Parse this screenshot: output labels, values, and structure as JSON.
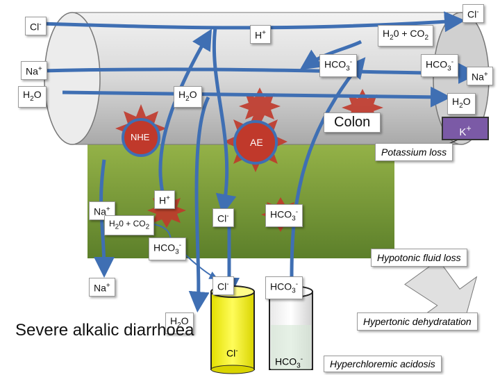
{
  "title": "Severe alkalic diarrhoea",
  "colon_label": "Colon",
  "potassium": {
    "ion": "K",
    "charge": "+"
  },
  "losses": {
    "potassium": "Potassium loss",
    "hypotonic": "Hypotonic fluid loss",
    "hypertonic": "Hypertonic dehydratation",
    "hyperchloremic": "Hyperchloremic acidosis"
  },
  "transporters": {
    "nhe": "NHE",
    "ae": "AE"
  },
  "lumen": {
    "cl_left": {
      "ion": "Cl",
      "charge": "-"
    },
    "cl_right": {
      "ion": "Cl",
      "charge": "-"
    },
    "h_plus": {
      "ion": "H",
      "charge": "+"
    },
    "h2o_co2": {
      "pre": "H",
      "sub": "2",
      "mid": "0 + CO",
      "sub2": "2"
    },
    "hco3_mid": {
      "ion": "HCO",
      "sub": "3",
      "charge": "-"
    },
    "hco3_right": {
      "ion": "HCO",
      "sub": "3",
      "charge": "-"
    },
    "na_left": {
      "ion": "Na",
      "charge": "+"
    },
    "na_right": {
      "ion": "Na",
      "charge": "+"
    },
    "h2o_left": {
      "pre": "H",
      "sub": "2",
      "post": "O"
    },
    "h2o_mid": {
      "pre": "H",
      "sub": "2",
      "post": "O"
    },
    "h2o_right": {
      "pre": "H",
      "sub": "2",
      "post": "O"
    }
  },
  "cell": {
    "h_plus": {
      "ion": "H",
      "charge": "+"
    },
    "na": {
      "ion": "Na",
      "charge": "+"
    },
    "h2o_co2": {
      "pre": "H",
      "sub": "2",
      "mid": "0 + CO",
      "sub2": "2"
    },
    "cl": {
      "ion": "Cl",
      "charge": "-"
    },
    "hco3": {
      "ion": "HCO",
      "sub": "3",
      "charge": "-"
    },
    "hco3_lower": {
      "ion": "HCO",
      "sub": "3",
      "charge": "-"
    }
  },
  "blood": {
    "na": {
      "ion": "Na",
      "charge": "+"
    },
    "cl": {
      "ion": "Cl",
      "charge": "-"
    },
    "hco3": {
      "ion": "HCO",
      "sub": "3",
      "charge": "-"
    },
    "h2o": {
      "pre": "H",
      "sub": "2",
      "post": "O"
    }
  },
  "beakers": {
    "cl": {
      "ion": "Cl",
      "charge": "-"
    },
    "hco3": {
      "ion": "HCO",
      "sub": "3",
      "charge": "-"
    }
  },
  "colors": {
    "arrow": "#3f6fb3",
    "tissue": "#9aba4c",
    "star": "#c0392b",
    "k_badge": "#7b5aa6",
    "yellow": "#f4f01a"
  }
}
